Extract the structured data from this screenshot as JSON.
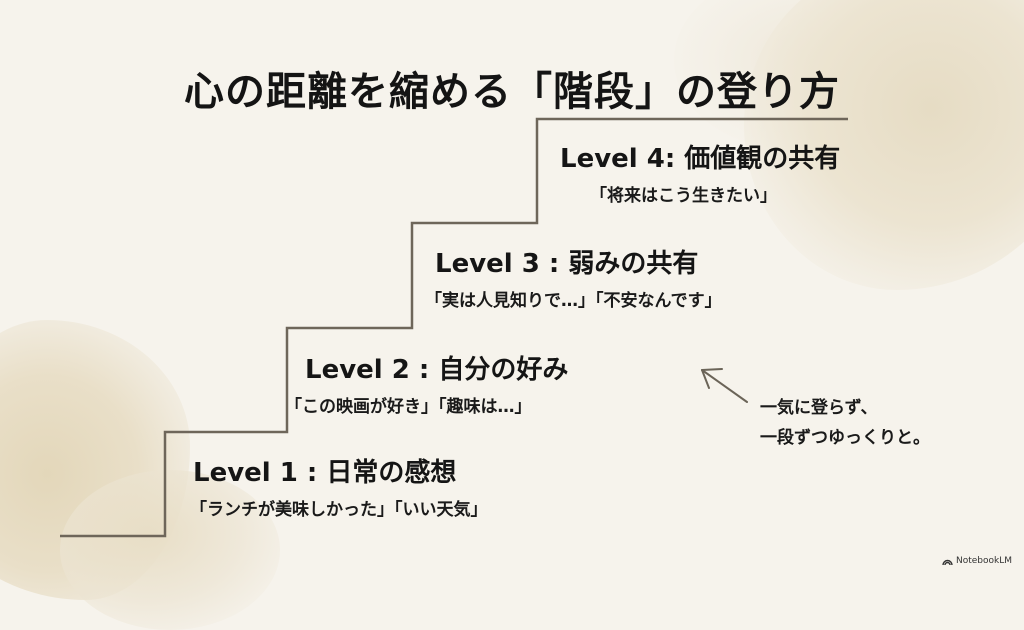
{
  "title": "心の距離を縮める「階段」の登り方",
  "levels": [
    {
      "heading": "Level 1 : 日常の感想",
      "examples": "「ランチが美味しかった」「いい天気」"
    },
    {
      "heading": "Level 2 : 自分の好み",
      "examples": "「この映画が好き」「趣味は…」"
    },
    {
      "heading": "Level 3 : 弱みの共有",
      "examples": "「実は人見知りで…」「不安なんです」"
    },
    {
      "heading": "Level 4: 価値観の共有",
      "examples": "「将来はこう生きたい」"
    }
  ],
  "note": {
    "line1": "一気に登らず、",
    "line2": "一段ずつゆっくりと。",
    "icon": "arrow-up-left-icon"
  },
  "branding": {
    "label": "NotebookLM",
    "icon": "notebooklm-logo-icon"
  },
  "colors": {
    "background": "#f6f3ec",
    "stair_line": "#6e665a",
    "text": "#141414"
  }
}
